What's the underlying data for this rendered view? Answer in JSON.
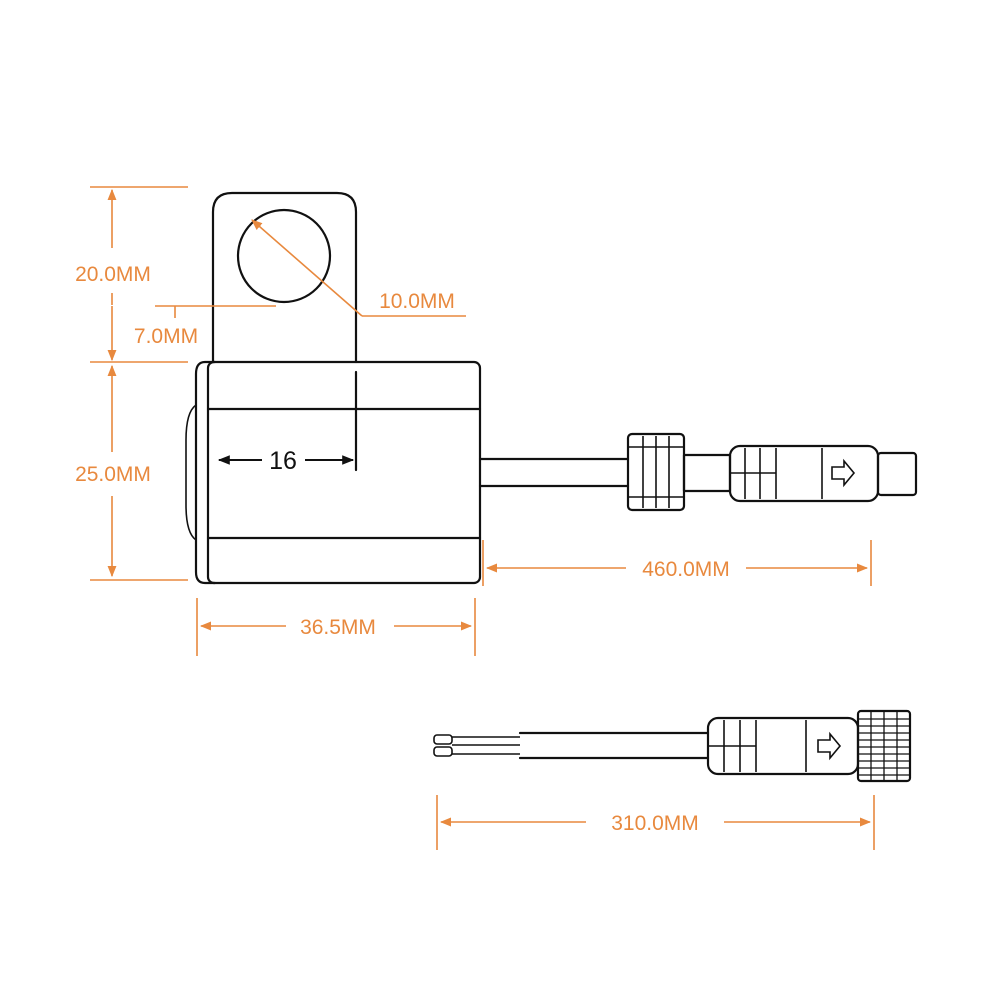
{
  "diagram": {
    "colors": {
      "line": "#111111",
      "dimension": "#e8893e",
      "background": "#ffffff"
    },
    "dimensions": {
      "bracket_height": "20.0MM",
      "bracket_offset": "7.0MM",
      "hole_diameter": "10.0MM",
      "body_height": "25.0MM",
      "bracket_depth": "16",
      "body_length": "36.5MM",
      "main_cable_length": "460.0MM",
      "extension_cable_length": "310.0MM"
    }
  }
}
